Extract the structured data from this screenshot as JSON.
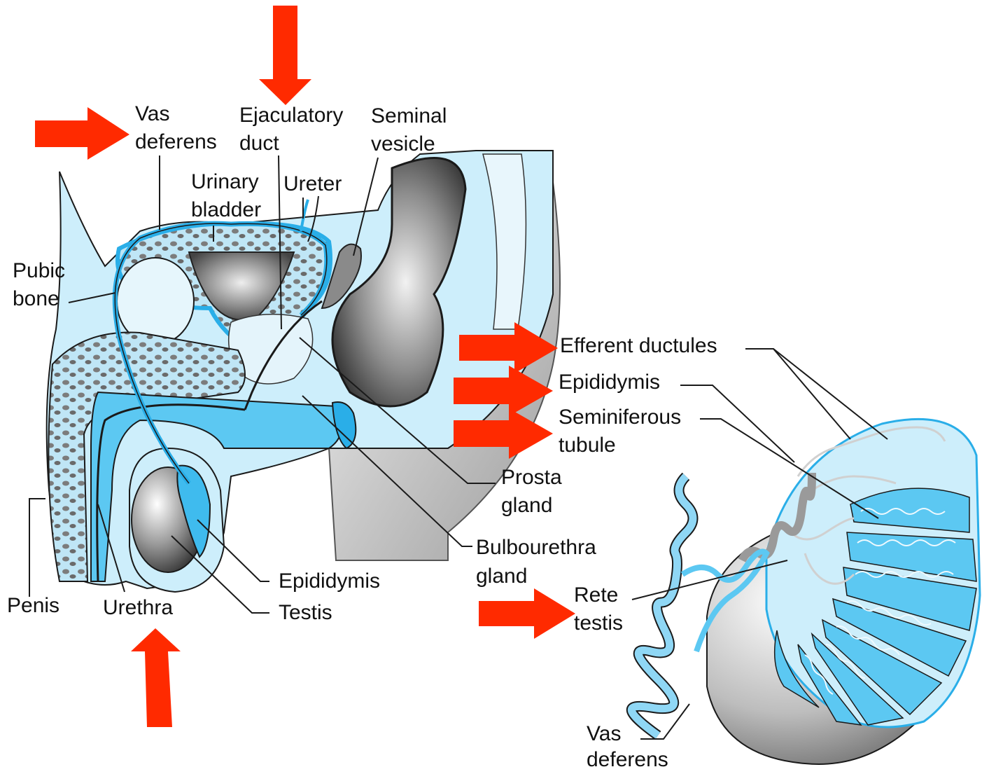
{
  "colors": {
    "arrow": "#ff2a00",
    "tissue_light": "#c8ecfa",
    "tissue_mid": "#5cc8f2",
    "duct": "#2aaee8",
    "outline": "#1a1a1a",
    "organ_gray": "#888888"
  },
  "left_diagram": {
    "labels": {
      "vas_deferens_1": "Vas",
      "vas_deferens_2": "deferens",
      "ejaculatory_1": "Ejaculatory",
      "ejaculatory_2": "duct",
      "seminal_1": "Seminal",
      "seminal_2": "vesicle",
      "urinary_1": "Urinary",
      "urinary_2": "bladder",
      "ureter": "Ureter",
      "pubic_1": "Pubic",
      "pubic_2": "bone",
      "prostate_1": "Prosta",
      "prostate_2": "gland",
      "bulbo_1": "Bulbourethra",
      "bulbo_2": "gland",
      "epididymis": "Epididymis",
      "testis": "Testis",
      "penis": "Penis",
      "urethra": "Urethra"
    }
  },
  "right_diagram": {
    "labels": {
      "efferent": "Efferent ductules",
      "epididymis": "Epididymis",
      "seminiferous_1": "Seminiferous",
      "seminiferous_2": "tubule",
      "rete_1": "Rete",
      "rete_2": "testis",
      "vas_1": "Vas",
      "vas_2": "deferens"
    }
  },
  "arrows": [
    {
      "name": "arrow-vas-deferens",
      "direction": "right"
    },
    {
      "name": "arrow-ejaculatory-duct",
      "direction": "down"
    },
    {
      "name": "arrow-urethra",
      "direction": "up"
    },
    {
      "name": "arrow-efferent-ductules",
      "direction": "right"
    },
    {
      "name": "arrow-epididymis",
      "direction": "right"
    },
    {
      "name": "arrow-seminiferous-tubule",
      "direction": "right"
    },
    {
      "name": "arrow-rete-testis",
      "direction": "right"
    }
  ]
}
